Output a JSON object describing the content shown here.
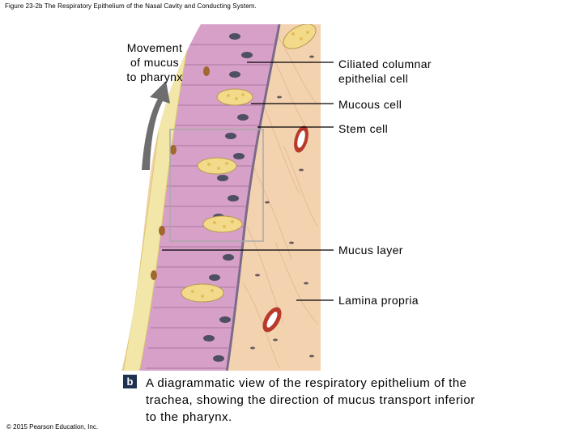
{
  "figure_title": "Figure 23-2b The Respiratory Epithelium of the Nasal Cavity and Conducting System.",
  "labels": {
    "movement_of_mucus": [
      "Movement",
      "of mucus",
      "to pharynx"
    ],
    "ciliated_columnar": [
      "Ciliated columnar",
      "epithelial cell"
    ],
    "mucous_cell": "Mucous cell",
    "stem_cell": "Stem cell",
    "mucus_layer": "Mucus layer",
    "lamina_propria": "Lamina propria"
  },
  "panel_letter": "b",
  "caption": "A diagrammatic view of the respiratory epithelium of the trachea, showing the direction of mucus transport inferior to the pharynx.",
  "copyright": "© 2015 Pearson Education, Inc.",
  "colors": {
    "mucus": "#f2e7a8",
    "epithelium": "#d7a0c8",
    "lamina": "#f3d2b0",
    "nuclei": "#4f4f63",
    "badge": "#1f3350"
  }
}
